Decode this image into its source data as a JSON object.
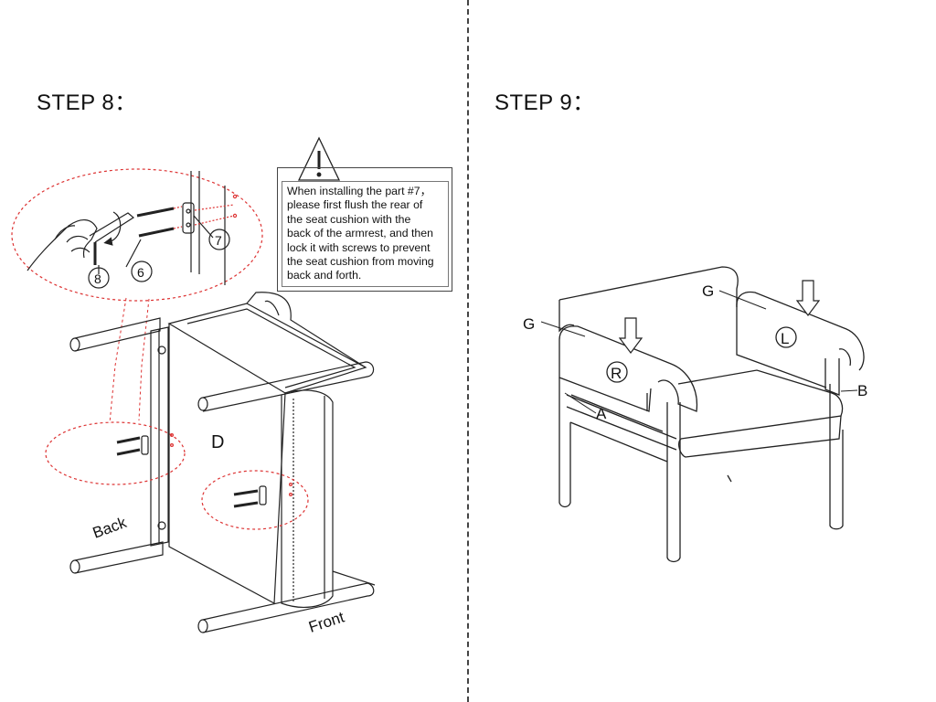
{
  "step8": {
    "title": "STEP 8：",
    "labels": {
      "part_d": "D",
      "back": "Back",
      "front": "Front",
      "screw": "6",
      "cover": "7",
      "wrench": "8"
    },
    "warning_lines": [
      "When installing the part #7，",
      "please first flush the rear of",
      "the seat cushion with the",
      "back of the armrest, and then",
      "lock it with  screws to prevent",
      "the seat cushion from moving",
      "back and forth."
    ]
  },
  "step9": {
    "title": "STEP 9：",
    "labels": {
      "g_left": "G",
      "g_right": "G",
      "r": "R",
      "l": "L",
      "a": "A",
      "b": "B"
    }
  }
}
